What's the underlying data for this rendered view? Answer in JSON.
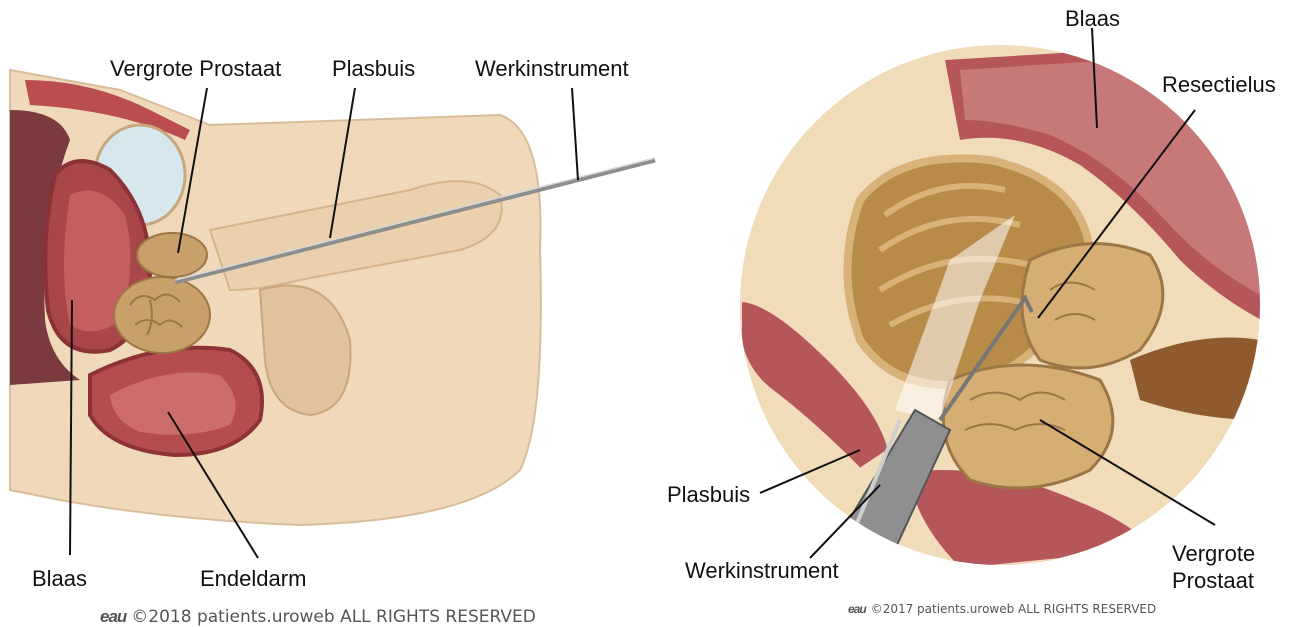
{
  "left_figure": {
    "labels": {
      "enlarged_prostate": "Vergrote Prostaat",
      "urethra": "Plasbuis",
      "instrument": "Werkinstrument",
      "bladder": "Blaas",
      "rectum": "Endeldarm"
    },
    "copyright": {
      "logo": "eau",
      "text": "©2018 patients.uroweb ALL RIGHTS RESERVED"
    }
  },
  "right_figure": {
    "labels": {
      "bladder": "Blaas",
      "resection_loop": "Resectielus",
      "urethra": "Plasbuis",
      "instrument": "Werkinstrument",
      "enlarged_prostate_line1": "Vergrote",
      "enlarged_prostate_line2": "Prostaat"
    },
    "copyright": {
      "logo": "eau",
      "text": "©2017 patients.uroweb ALL RIGHTS RESERVED"
    }
  }
}
